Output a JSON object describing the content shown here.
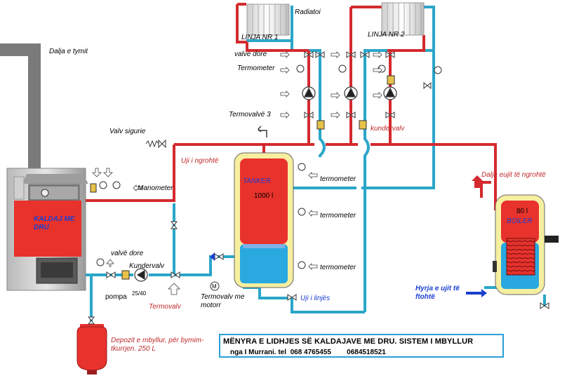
{
  "labels": {
    "chimney": "Dalja e tymit",
    "radiator": "Radiatoi",
    "line1": "LINJA NR 1",
    "line2": "LINJA NR 2",
    "hand_valve": "valve dore",
    "thermometer": "Termometer",
    "thermovalve3": "Termovalvë 3",
    "check_valve_right": "kundervalv",
    "safety_valve": "Valv sigurie",
    "hot_water": "Uji i ngrohtë",
    "tank": "TANKER",
    "tank_volume": "1000 l",
    "manometer": "Manometer",
    "boiler_name": "KALDAJ ME DRU",
    "thermometer_lower": "termometer",
    "hand_valve_lower": "valvë dore",
    "check_valve": "Kundervalv",
    "pump": "pompa",
    "pump_spec": "25/40",
    "thermovalve": "Termovalv",
    "motor_thermovalve": "Termovalv me motorr",
    "line_water": "Uji i linjës",
    "hot_water_out": "Dalja eujit të ngrohtë",
    "dhw_volume": "80 l",
    "dhw_name": "BOILER",
    "cold_water_in": "Hyrja e ujit të ftohtë",
    "expansion_tank": "Depozit e mbyllur, për bymim-tkurrjen. 250 L"
  },
  "title": {
    "line1": "MËNYRA E LIDHJES SË KALDAJAVE ME DRU. SISTEM I MBYLLUR",
    "line2": "nga I Murrani. tel  068 4765455        0684518521"
  },
  "colors": {
    "hot_pipe": "#d42a2e",
    "cold_pipe": "#2aa6c9",
    "tank_red": "#e8322c",
    "tank_blue": "#29a9e0",
    "tank_insulation": "#f7efa0",
    "chimney": "#7a7a7a",
    "title_border": "#2a9fd6"
  }
}
